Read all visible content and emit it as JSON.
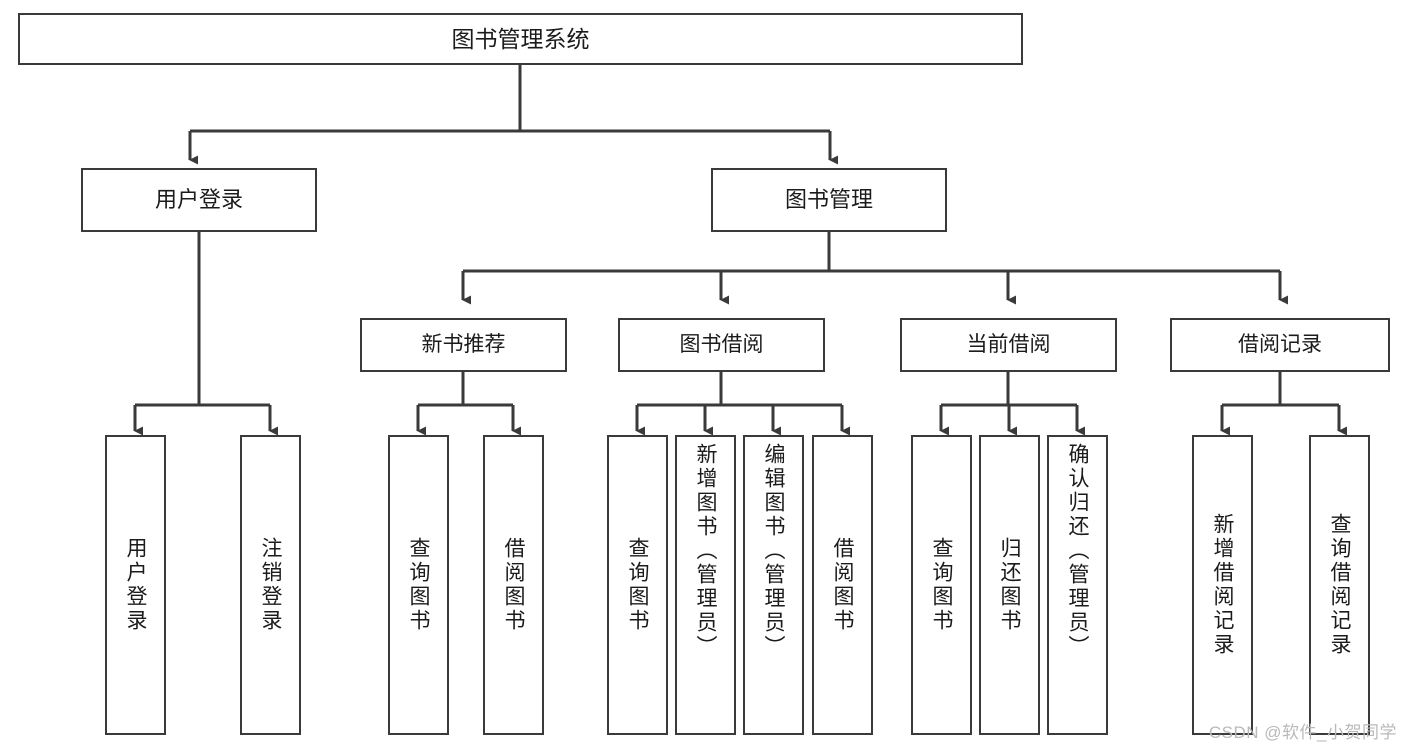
{
  "diagram": {
    "type": "tree-hierarchy",
    "title": "图书管理系统",
    "orientation": "top-down",
    "colors": {
      "box_border": "#3a3a3a",
      "box_fill": "#ffffff",
      "connector": "#3a3a3a",
      "text": "#1b1b1b",
      "watermark": "#b9b9b9",
      "background": "#ffffff"
    },
    "watermark": "CSDN @软件_小贺同学",
    "nodes": {
      "root": {
        "label": "图书管理系统",
        "level": 0
      },
      "level1": [
        {
          "id": "user-login",
          "label": "用户登录"
        },
        {
          "id": "book-manage",
          "label": "图书管理"
        }
      ],
      "level2": [
        {
          "id": "new-book-recommend",
          "label": "新书推荐",
          "parent": "book-manage"
        },
        {
          "id": "book-borrow",
          "label": "图书借阅",
          "parent": "book-manage"
        },
        {
          "id": "current-borrow",
          "label": "当前借阅",
          "parent": "book-manage"
        },
        {
          "id": "borrow-record",
          "label": "借阅记录",
          "parent": "book-manage"
        }
      ],
      "leaves": [
        {
          "id": "leaf-user-login",
          "label": "用户登录",
          "parent": "user-login"
        },
        {
          "id": "leaf-user-logout",
          "label": "注销登录",
          "parent": "user-login"
        },
        {
          "id": "leaf-query-book-1",
          "label": "查询图书",
          "parent": "new-book-recommend"
        },
        {
          "id": "leaf-borrow-book-1",
          "label": "借阅图书",
          "parent": "new-book-recommend"
        },
        {
          "id": "leaf-query-book-2",
          "label": "查询图书",
          "parent": "book-borrow"
        },
        {
          "id": "leaf-add-book",
          "label": "新增图书（管理员）",
          "parent": "book-borrow"
        },
        {
          "id": "leaf-edit-book",
          "label": "编辑图书（管理员）",
          "parent": "book-borrow"
        },
        {
          "id": "leaf-borrow-book-2",
          "label": "借阅图书",
          "parent": "book-borrow"
        },
        {
          "id": "leaf-query-book-3",
          "label": "查询图书",
          "parent": "current-borrow"
        },
        {
          "id": "leaf-return-book",
          "label": "归还图书",
          "parent": "current-borrow"
        },
        {
          "id": "leaf-confirm-return",
          "label": "确认归还（管理员）",
          "parent": "current-borrow"
        },
        {
          "id": "leaf-add-record",
          "label": "新增借阅记录",
          "parent": "borrow-record"
        },
        {
          "id": "leaf-query-record",
          "label": "查询借阅记录",
          "parent": "borrow-record"
        }
      ]
    }
  }
}
